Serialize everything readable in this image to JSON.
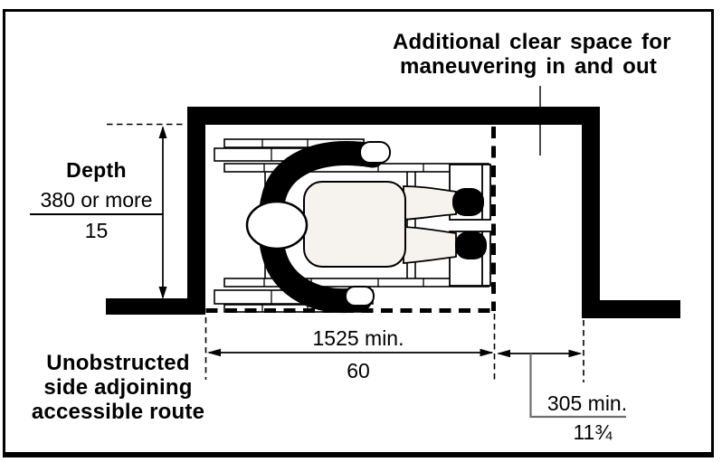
{
  "diagram": {
    "annotations": {
      "clear_space": {
        "line1": "Additional clear space for",
        "line2": "maneuvering in and out"
      },
      "depth": {
        "label": "Depth",
        "metric": "380 or more",
        "imperial": "15"
      },
      "unobstructed": {
        "line1": "Unobstructed",
        "line2": "side adjoining",
        "line3": "accessible route"
      },
      "width_dim": {
        "metric": "1525 min.",
        "imperial": "60"
      },
      "offset_dim": {
        "metric": "305 min.",
        "imperial": "11¾"
      }
    },
    "colors": {
      "ink": "#000000",
      "leader_gray": "#6e6e6e",
      "figure_fill": "#f6f3ee",
      "background": "#ffffff"
    }
  }
}
